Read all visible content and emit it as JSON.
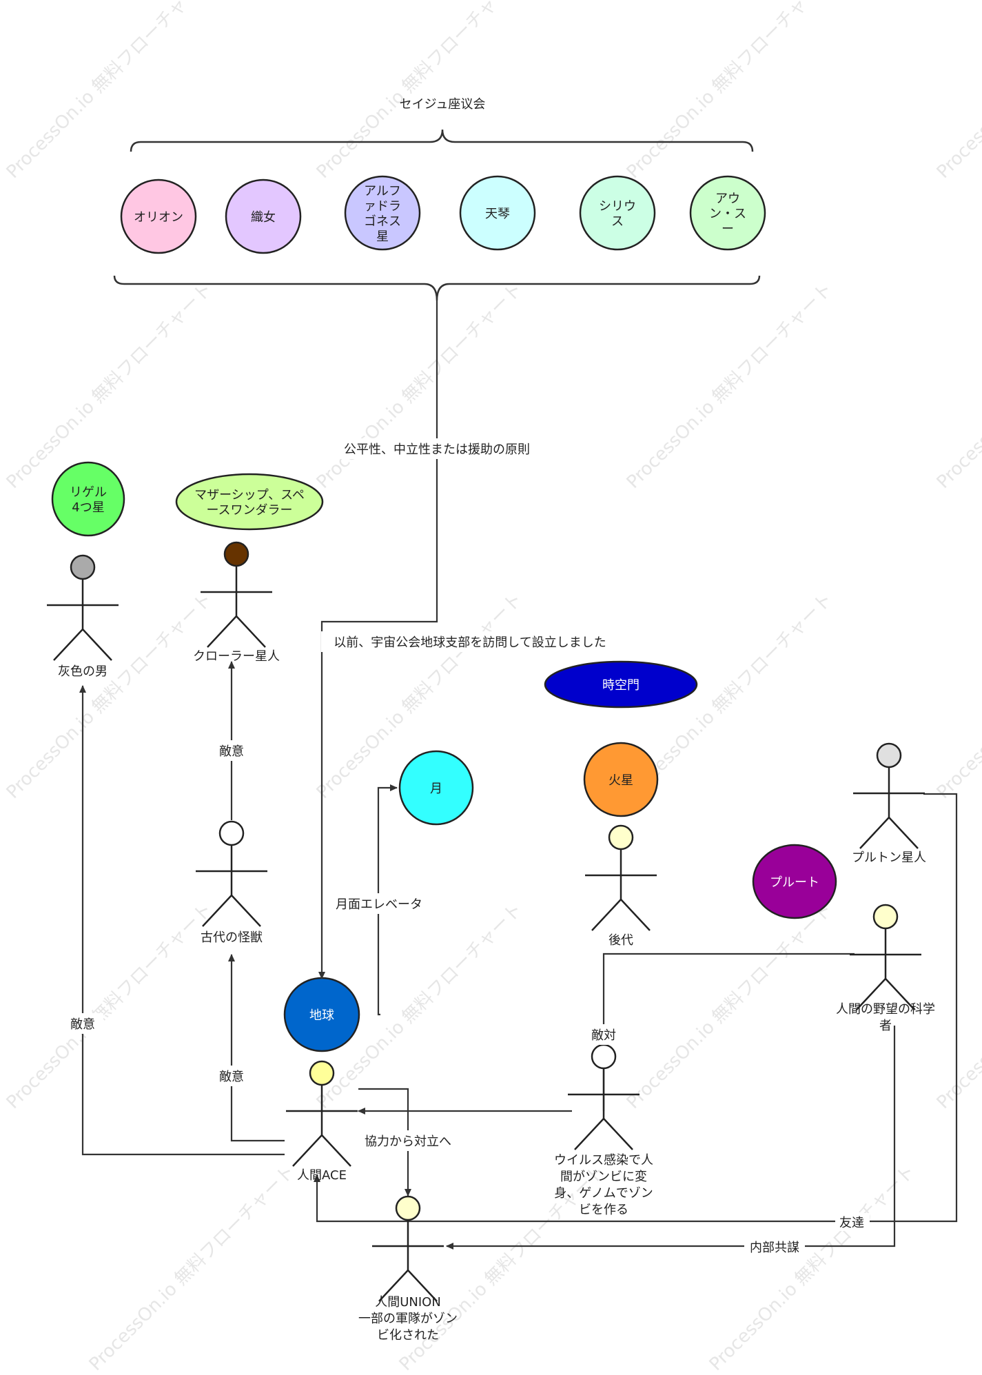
{
  "watermark": "ProcessOn.io 無料フローチャート",
  "council": {
    "title": "セイジュ座议会",
    "members": [
      {
        "label": "オリオン",
        "fill": "#ffc7e3"
      },
      {
        "label": "織女",
        "fill": "#e3c7ff"
      },
      {
        "label": "アルフ\nァドラ\nゴネス\n星",
        "fill": "#c9c7ff"
      },
      {
        "label": "天琴",
        "fill": "#ccffff"
      },
      {
        "label": "シリウ\nス",
        "fill": "#ccffe5"
      },
      {
        "label": "アウ\nン・ス\nー",
        "fill": "#ccffcc"
      }
    ]
  },
  "planets": [
    {
      "id": "rigel",
      "label": "リゲル\n4つ星",
      "fill": "#66ff66",
      "text_color": "#222222"
    },
    {
      "id": "mothership",
      "label": "マザーシップ、スペ\nースワンダラー",
      "fill": "#ccff99",
      "text_color": "#222222"
    },
    {
      "id": "timegate",
      "label": "時空門",
      "fill": "#0000cc",
      "text_color": "#ffffff"
    },
    {
      "id": "moon",
      "label": "月",
      "fill": "#33ffff",
      "text_color": "#222222"
    },
    {
      "id": "mars",
      "label": "火星",
      "fill": "#ff9933",
      "text_color": "#222222"
    },
    {
      "id": "pluto",
      "label": "プルート",
      "fill": "#990099",
      "text_color": "#ffffff"
    },
    {
      "id": "earth",
      "label": "地球",
      "fill": "#0066cc",
      "text_color": "#ffffff"
    }
  ],
  "actors": [
    {
      "id": "grayman",
      "label": "灰色の男",
      "head": "#aaaaaa"
    },
    {
      "id": "crawler",
      "label": "クローラー星人",
      "head": "#663300"
    },
    {
      "id": "monster",
      "label": "古代の怪獣",
      "head": "#ffffff"
    },
    {
      "id": "descendant",
      "label": "後代",
      "head": "#ffffcc"
    },
    {
      "id": "plutonian",
      "label": "プルトン星人",
      "head": "#e0e0e0"
    },
    {
      "id": "scientist",
      "label": "人間の野望の科学\n者",
      "head": "#ffffcc"
    },
    {
      "id": "virus",
      "label": "ウイルス感染で人\n間がゾンビに変\n身、ゲノムでゾン\nビを作る",
      "head": "#ffffff"
    },
    {
      "id": "ace",
      "label": "人間ACE",
      "head": "#ffff99"
    },
    {
      "id": "union",
      "label": "人間UNION\n一部の軍隊がゾン\nビ化された",
      "head": "#ffffcc"
    }
  ],
  "edge_labels": {
    "principle": "公平性、中立性または援助の原則",
    "visit": "以前、宇宙公会地球支部を訪問して設立しました",
    "hostility1": "敵意",
    "hostility2": "敵意",
    "hostility3": "敵意",
    "elevator": "月面エレベータ",
    "opposition": "敵対",
    "coop": "協力から対立へ",
    "friend": "友達",
    "collusion": "内部共謀"
  }
}
